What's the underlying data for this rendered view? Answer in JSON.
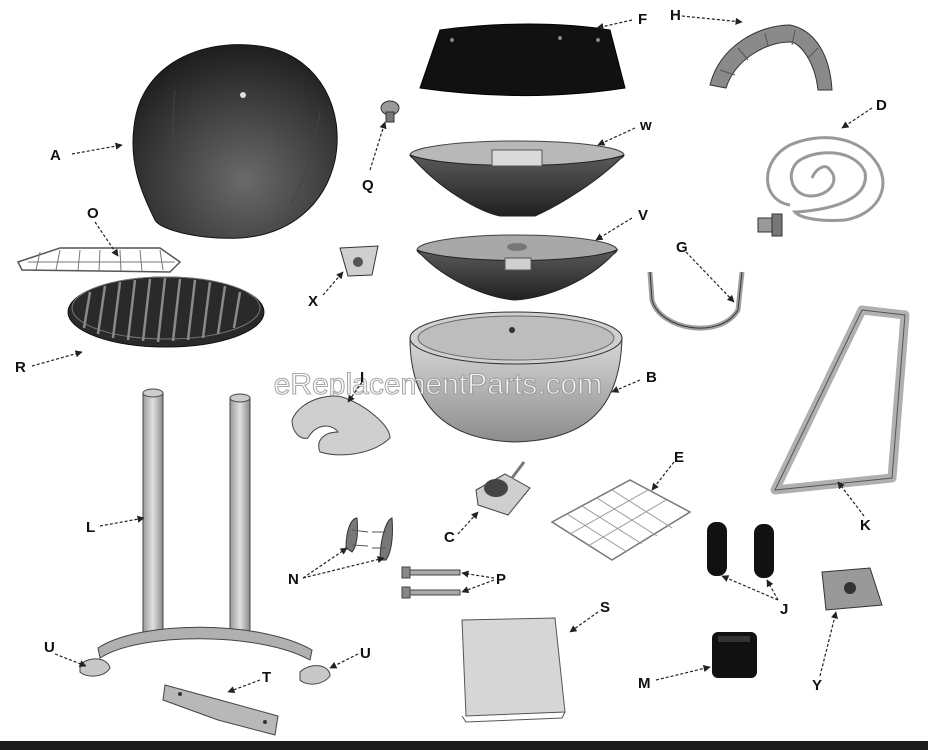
{
  "watermark": "eReplacementParts.com",
  "labels": {
    "A": "A",
    "B": "B",
    "C": "C",
    "D": "D",
    "E": "E",
    "F": "F",
    "G": "G",
    "H": "H",
    "I": "I",
    "J": "J",
    "K": "K",
    "L": "L",
    "M": "M",
    "N": "N",
    "O": "O",
    "P": "P",
    "Q": "Q",
    "R": "R",
    "S": "S",
    "T": "T",
    "U1": "U",
    "U2": "U",
    "V": "V",
    "W": "w",
    "X": "X",
    "Y": "Y"
  }
}
